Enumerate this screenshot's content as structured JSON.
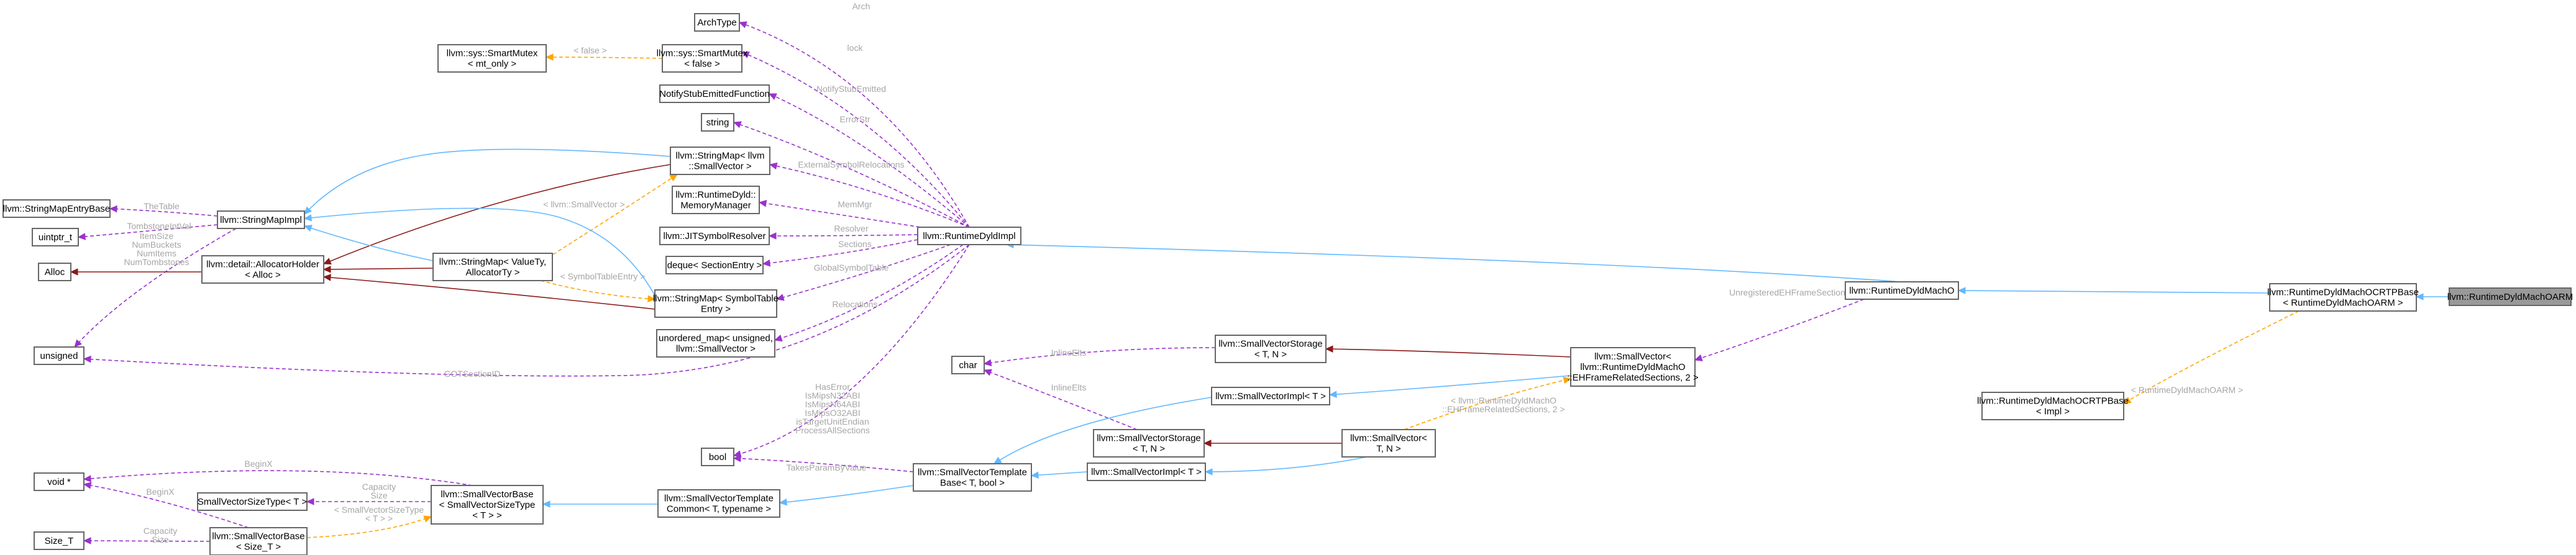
{
  "colors": {
    "uses": "#9a32cd",
    "inherits": "#63b8ff",
    "template": "#ffa500",
    "composition": "#8b1a1a",
    "label": "#a6a6a6",
    "node_border": "#666666",
    "highlight_fill": "#999999"
  },
  "nodes": [
    {
      "id": "archtype",
      "lines": [
        "ArchType"
      ]
    },
    {
      "id": "smartmutex-false",
      "lines": [
        "llvm::sys::SmartMutex",
        "< false >"
      ]
    },
    {
      "id": "smartmutex-mt",
      "lines": [
        "llvm::sys::SmartMutex",
        "< mt_only >"
      ]
    },
    {
      "id": "notifystub",
      "lines": [
        "NotifyStubEmittedFunction"
      ]
    },
    {
      "id": "string",
      "lines": [
        "string"
      ]
    },
    {
      "id": "stringmap-smallvector",
      "lines": [
        "llvm::StringMap< llvm",
        "::SmallVector >"
      ]
    },
    {
      "id": "stringmapentrybase",
      "lines": [
        "llvm::StringMapEntryBase"
      ]
    },
    {
      "id": "stringmapimpl",
      "lines": [
        "llvm::StringMapImpl"
      ]
    },
    {
      "id": "uintptr",
      "lines": [
        "uintptr_t"
      ]
    },
    {
      "id": "memorymanager",
      "lines": [
        "llvm::RuntimeDyld::",
        "MemoryManager"
      ]
    },
    {
      "id": "alloc",
      "lines": [
        "Alloc"
      ]
    },
    {
      "id": "allocatorholder",
      "lines": [
        "llvm::detail::AllocatorHolder",
        "< Alloc >"
      ]
    },
    {
      "id": "stringmap-valuety",
      "lines": [
        "llvm::StringMap< ValueTy,",
        "AllocatorTy >"
      ]
    },
    {
      "id": "jitsymbolresolver",
      "lines": [
        "llvm::JITSymbolResolver"
      ]
    },
    {
      "id": "runtimedyldimpl",
      "lines": [
        "llvm::RuntimeDyldImpl"
      ]
    },
    {
      "id": "deque",
      "lines": [
        "deque< SectionEntry >"
      ]
    },
    {
      "id": "stringmap-symboltable",
      "lines": [
        "llvm::StringMap< SymbolTable",
        "Entry >"
      ]
    },
    {
      "id": "unordered-map",
      "lines": [
        "unordered_map< unsigned,",
        "llvm::SmallVector >"
      ]
    },
    {
      "id": "unsigned",
      "lines": [
        "unsigned"
      ]
    },
    {
      "id": "char",
      "lines": [
        "char"
      ]
    },
    {
      "id": "svstorage-eh",
      "lines": [
        "llvm::SmallVectorStorage",
        "< T, N >"
      ]
    },
    {
      "id": "smallvector-eh",
      "lines": [
        "llvm::SmallVector<",
        "llvm::RuntimeDyldMachO",
        "::EHFrameRelatedSections, 2 >"
      ]
    },
    {
      "id": "runtimedyldmacho",
      "lines": [
        "llvm::RuntimeDyldMachO"
      ]
    },
    {
      "id": "crtpbase-impl",
      "lines": [
        "llvm::RuntimeDyldMachOCRTPBase",
        "< Impl >"
      ]
    },
    {
      "id": "crtpbase-arm",
      "lines": [
        "llvm::RuntimeDyldMachOCRTPBase",
        "< RuntimeDyldMachOARM >"
      ]
    },
    {
      "id": "machoarm",
      "lines": [
        "llvm::RuntimeDyldMachOARM"
      ]
    },
    {
      "id": "svimpl-t-top",
      "lines": [
        "llvm::SmallVectorImpl< T >"
      ]
    },
    {
      "id": "svstorage-mid",
      "lines": [
        "llvm::SmallVectorStorage",
        "< T, N >"
      ]
    },
    {
      "id": "smallvector-tn",
      "lines": [
        "llvm::SmallVector<",
        "T, N >"
      ]
    },
    {
      "id": "bool",
      "lines": [
        "bool"
      ]
    },
    {
      "id": "svtemplatebase",
      "lines": [
        "llvm::SmallVectorTemplate",
        "Base< T, bool >"
      ]
    },
    {
      "id": "svimpl-t-bottom",
      "lines": [
        "llvm::SmallVectorImpl< T >"
      ]
    },
    {
      "id": "void-ptr",
      "lines": [
        "void *"
      ]
    },
    {
      "id": "svsizetype",
      "lines": [
        "SmallVectorSizeType< T >"
      ]
    },
    {
      "id": "svbase-sizetype",
      "lines": [
        "llvm::SmallVectorBase",
        "< SmallVectorSizeType",
        "< T > >"
      ]
    },
    {
      "id": "svtemplatecommon",
      "lines": [
        "llvm::SmallVectorTemplate",
        "Common< T, typename >"
      ]
    },
    {
      "id": "size-t",
      "lines": [
        "Size_T"
      ]
    },
    {
      "id": "svbase-size-t",
      "lines": [
        "llvm::SmallVectorBase",
        "< Size_T >"
      ]
    }
  ],
  "edges": [
    {
      "from": "runtimedyldimpl",
      "to": "archtype",
      "kind": "uses",
      "label": [
        "Arch"
      ]
    },
    {
      "from": "runtimedyldimpl",
      "to": "smartmutex-false",
      "kind": "uses",
      "label": [
        "lock"
      ]
    },
    {
      "from": "smartmutex-false",
      "to": "smartmutex-mt",
      "kind": "template",
      "label": [
        "< false >"
      ]
    },
    {
      "from": "runtimedyldimpl",
      "to": "notifystub",
      "kind": "uses",
      "label": [
        "NotifyStubEmitted"
      ]
    },
    {
      "from": "runtimedyldimpl",
      "to": "string",
      "kind": "uses",
      "label": [
        "ErrorStr"
      ]
    },
    {
      "from": "runtimedyldimpl",
      "to": "stringmap-smallvector",
      "kind": "uses",
      "label": [
        "ExternalSymbolRelocations"
      ]
    },
    {
      "from": "runtimedyldimpl",
      "to": "memorymanager",
      "kind": "uses",
      "label": [
        "MemMgr"
      ]
    },
    {
      "from": "runtimedyldimpl",
      "to": "jitsymbolresolver",
      "kind": "uses",
      "label": [
        "Resolver"
      ]
    },
    {
      "from": "runtimedyldimpl",
      "to": "deque",
      "kind": "uses",
      "label": [
        "Sections"
      ]
    },
    {
      "from": "runtimedyldimpl",
      "to": "stringmap-symboltable",
      "kind": "uses",
      "label": [
        "GlobalSymbolTable"
      ]
    },
    {
      "from": "runtimedyldimpl",
      "to": "unordered-map",
      "kind": "uses",
      "label": [
        "Relocations"
      ]
    },
    {
      "from": "runtimedyldimpl",
      "to": "unsigned",
      "kind": "uses",
      "label": [
        "GOTSectionID"
      ]
    },
    {
      "from": "runtimedyldimpl",
      "to": "bool",
      "kind": "uses",
      "label": [
        "HasError",
        "IsMipsN32ABI",
        "IsMipsN64ABI",
        "IsMipsO32ABI",
        "isTargetUnitEndian",
        "ProcessAllSections"
      ]
    },
    {
      "from": "stringmap-smallvector",
      "to": "stringmapimpl",
      "kind": "inherits",
      "label": []
    },
    {
      "from": "stringmap-smallvector",
      "to": "allocatorholder",
      "kind": "composition",
      "label": []
    },
    {
      "from": "stringmap-valuety",
      "to": "stringmap-smallvector",
      "kind": "template",
      "label": [
        "< llvm::SmallVector >"
      ]
    },
    {
      "from": "stringmap-valuety",
      "to": "stringmapimpl",
      "kind": "inherits",
      "label": []
    },
    {
      "from": "stringmap-valuety",
      "to": "allocatorholder",
      "kind": "composition",
      "label": []
    },
    {
      "from": "stringmap-valuety",
      "to": "stringmap-symboltable",
      "kind": "template",
      "label": [
        "< SymbolTableEntry >"
      ]
    },
    {
      "from": "stringmap-symboltable",
      "to": "stringmapimpl",
      "kind": "inherits",
      "label": []
    },
    {
      "from": "stringmap-symboltable",
      "to": "allocatorholder",
      "kind": "composition",
      "label": []
    },
    {
      "from": "stringmapimpl",
      "to": "stringmapentrybase",
      "kind": "uses",
      "label": [
        "TheTable"
      ]
    },
    {
      "from": "stringmapimpl",
      "to": "uintptr",
      "kind": "uses",
      "label": [
        "TombstoneIntVal"
      ]
    },
    {
      "from": "stringmapimpl",
      "to": "unsigned",
      "kind": "uses",
      "label": [
        "ItemSize",
        "NumBuckets",
        "NumItems",
        "NumTombstones"
      ]
    },
    {
      "from": "allocatorholder",
      "to": "alloc",
      "kind": "composition",
      "label": []
    },
    {
      "from": "runtimedyldmacho",
      "to": "runtimedyldimpl",
      "kind": "inherits",
      "label": []
    },
    {
      "from": "runtimedyldmacho",
      "to": "smallvector-eh",
      "kind": "uses",
      "label": [
        "UnregisteredEHFrameSections"
      ]
    },
    {
      "from": "crtpbase-arm",
      "to": "runtimedyldmacho",
      "kind": "inherits",
      "label": []
    },
    {
      "from": "crtpbase-arm",
      "to": "crtpbase-impl",
      "kind": "template",
      "label": [
        "< RuntimeDyldMachOARM >"
      ]
    },
    {
      "from": "machoarm",
      "to": "crtpbase-arm",
      "kind": "inherits",
      "label": []
    },
    {
      "from": "smallvector-eh",
      "to": "svstorage-eh",
      "kind": "composition",
      "label": []
    },
    {
      "from": "smallvector-eh",
      "to": "svimpl-t-top",
      "kind": "inherits",
      "label": []
    },
    {
      "from": "smallvector-tn",
      "to": "smallvector-eh",
      "kind": "template",
      "label": [
        "< llvm::RuntimeDyldMachO",
        "::EHFrameRelatedSections, 2 >"
      ]
    },
    {
      "from": "svstorage-eh",
      "to": "char",
      "kind": "uses",
      "label": [
        "InlineElts"
      ]
    },
    {
      "from": "svstorage-mid",
      "to": "char",
      "kind": "uses",
      "label": [
        "InlineElts"
      ]
    },
    {
      "from": "smallvector-tn",
      "to": "svstorage-mid",
      "kind": "composition",
      "label": []
    },
    {
      "from": "smallvector-tn",
      "to": "svimpl-t-bottom",
      "kind": "inherits",
      "label": []
    },
    {
      "from": "svimpl-t-top",
      "to": "svtemplatebase",
      "kind": "inherits",
      "label": []
    },
    {
      "from": "svimpl-t-bottom",
      "to": "svtemplatebase",
      "kind": "inherits",
      "label": []
    },
    {
      "from": "svtemplatebase",
      "to": "bool",
      "kind": "uses",
      "label": [
        "TakesParamByValue"
      ]
    },
    {
      "from": "svtemplatebase",
      "to": "svtemplatecommon",
      "kind": "inherits",
      "label": []
    },
    {
      "from": "svtemplatecommon",
      "to": "svbase-sizetype",
      "kind": "inherits",
      "label": []
    },
    {
      "from": "svbase-sizetype",
      "to": "void-ptr",
      "kind": "uses",
      "label": [
        "BeginX"
      ]
    },
    {
      "from": "svbase-sizetype",
      "to": "svsizetype",
      "kind": "uses",
      "label": [
        "Capacity",
        "Size"
      ]
    },
    {
      "from": "svbase-size-t",
      "to": "svbase-sizetype",
      "kind": "template",
      "label": [
        "< SmallVectorSizeType",
        "< T > >"
      ]
    },
    {
      "from": "svbase-size-t",
      "to": "void-ptr",
      "kind": "uses",
      "label": [
        "BeginX"
      ]
    },
    {
      "from": "svbase-size-t",
      "to": "size-t",
      "kind": "uses",
      "label": [
        "Capacity",
        "Size"
      ]
    }
  ]
}
